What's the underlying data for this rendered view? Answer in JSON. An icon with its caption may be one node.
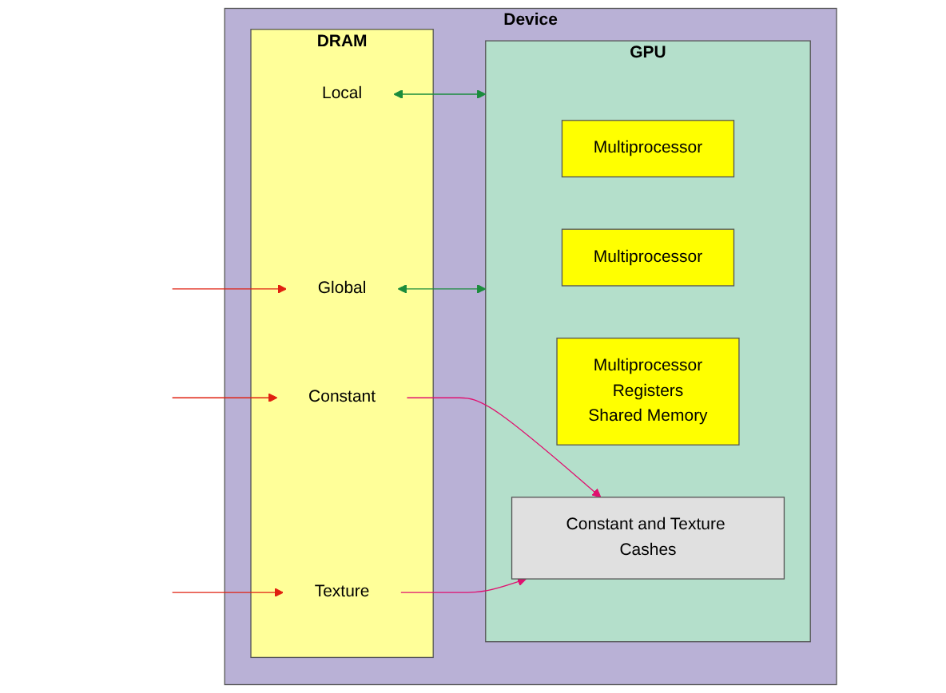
{
  "diagram": {
    "nodes": [
      {
        "text": [
          "Device"
        ]
      },
      {
        "text": [
          "DRAM"
        ],
        "in": 0
      },
      {
        "text": [
          "Local"
        ],
        "in": 1
      },
      {
        "text": [
          "Global"
        ],
        "in": 1
      },
      {
        "text": [
          "Constant"
        ],
        "in": 1
      },
      {
        "text": [
          "Texture"
        ],
        "in": 1
      },
      {
        "text": [
          "GPU"
        ],
        "in": 0
      },
      {
        "text": [
          "Multiprocessor"
        ],
        "in": 6
      },
      {
        "text": [
          "Multiprocessor"
        ],
        "in": 6
      },
      {
        "text": [
          "Multiprocessor",
          "Registers",
          "Shared Memory"
        ],
        "in": 6
      },
      {
        "text": [
          "Constant and Texture Cashes"
        ],
        "in": 6
      }
    ],
    "edges": [
      {
        "from": 2,
        "to": 6,
        "arrow": "both",
        "color": "#1a8c3c"
      },
      {
        "from": 3,
        "to": 6,
        "arrow": "both",
        "color": "#1a8c3c"
      },
      {
        "from": null,
        "to": 3,
        "arrow": "to",
        "color": "#e02010"
      },
      {
        "from": null,
        "to": 4,
        "arrow": "to",
        "color": "#e02010"
      },
      {
        "from": null,
        "to": 5,
        "arrow": "to",
        "color": "#e02010"
      },
      {
        "from": 4,
        "to": 10,
        "arrow": "to",
        "color": "#e0106f"
      },
      {
        "from": 5,
        "to": 10,
        "arrow": "to",
        "color": "#e0106f"
      }
    ]
  }
}
